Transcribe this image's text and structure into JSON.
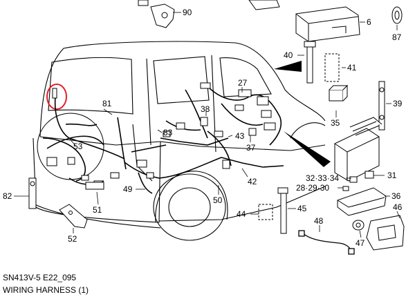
{
  "diagram": {
    "code": "SN413V-5 E22_095",
    "title": "WIRING HARNESS (1)",
    "callouts": {
      "p90": "90",
      "p6": "6",
      "p87": "87",
      "p40": "40",
      "p41": "41",
      "p27": "27",
      "p81": "81",
      "p39": "39",
      "p38": "38",
      "p83": "83",
      "p43": "43",
      "p35": "35",
      "p37": "37",
      "p53": "53",
      "p32": "32·33·34",
      "p31": "31",
      "p28": "28·29·30",
      "p36": "36",
      "p42": "42",
      "p49": "49",
      "p82": "82",
      "p51": "51",
      "p50": "50",
      "p45": "45",
      "p44": "44",
      "p46": "46",
      "p48": "48",
      "p47": "47",
      "p52": "52"
    },
    "highlight_color": "#e0202a"
  }
}
